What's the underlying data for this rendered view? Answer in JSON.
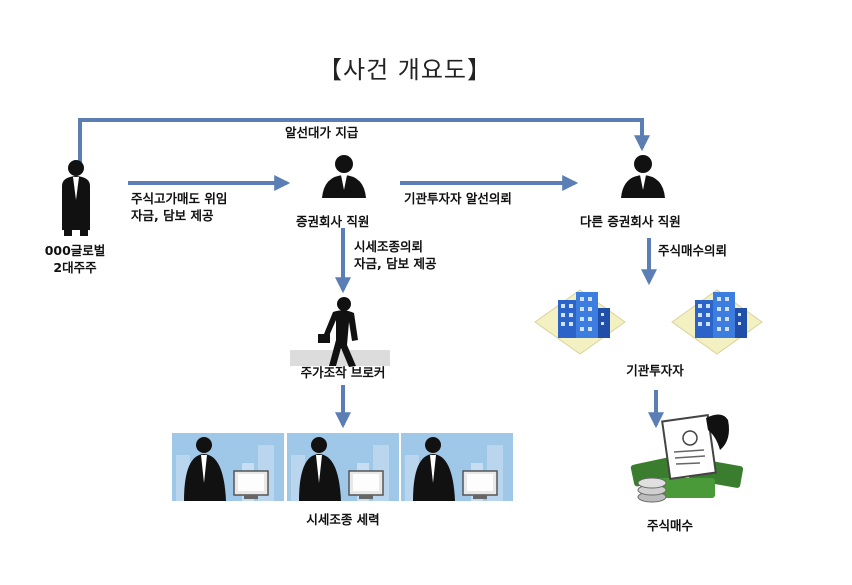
{
  "title": "【사건 개요도】",
  "labels": {
    "commission_payment": "알선대가 지급",
    "shareholder_line1": "000글로벌",
    "shareholder_line2": "2대주주",
    "delegation_line1": "주식고가매도 위임",
    "delegation_line2": "자금, 담보 제공",
    "securities_staff": "증권회사 직원",
    "institution_request": "기관투자자 알선의뢰",
    "other_securities_staff": "다른 증권회사 직원",
    "manipulation_request_line1": "시세조종의뢰",
    "manipulation_request_line2": "자금, 담보 제공",
    "stock_purchase_request": "주식매수의뢰",
    "broker": "주가조작 브로커",
    "institutional_investor": "기관투자자",
    "manipulation_group": "시세조종 세력",
    "stock_purchase": "주식매수"
  },
  "colors": {
    "arrow": "#5b7fb5",
    "silhouette": "#111111",
    "building": "#2b63c9",
    "diamond": "#f3f0c2",
    "money": "#3a7d2e"
  }
}
